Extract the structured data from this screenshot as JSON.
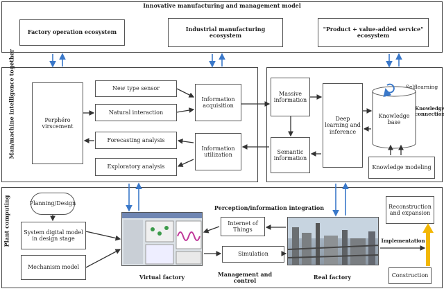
{
  "top": {
    "title": "Innovative manufacturing and management model",
    "eco1": "Factory operation ecosystem",
    "eco2": "Industrial manufacturing ecosystem",
    "eco3": "\"Product + value-added service\" ecosystem"
  },
  "middle": {
    "side_label": "Man/machine intelligence together",
    "environment": "Perphéro virscement",
    "sensor": "New type sensor",
    "natural": "Natural interaction",
    "forecast": "Forecasting analysis",
    "exploratory": "Exploratory analysis",
    "info_acq": "Information acquisition",
    "info_util": "Information utilization",
    "massive": "Massive information",
    "semantic": "Semantic information",
    "deep": "Deep learning and inference",
    "kb": "Knowledge base",
    "self_learning": "Selflearning",
    "kb_connection": "Knowledge connection",
    "kb_modeling": "Knowledge modeling"
  },
  "bottom": {
    "side_label": "Plant computing",
    "planning": "Planning/Design",
    "system_model": "System digital model in design stage",
    "mechanism": "Mechanism model",
    "virtual_factory": "Virtual factory",
    "perception": "Perception/information integration",
    "iot": "Internet of Things",
    "simulation": "Simulation",
    "mgmt": "Management and control",
    "real_factory": "Real factory",
    "implementation": "Implementation",
    "reconstruction": "Reconstruction and expansion",
    "construction": "Construction"
  }
}
